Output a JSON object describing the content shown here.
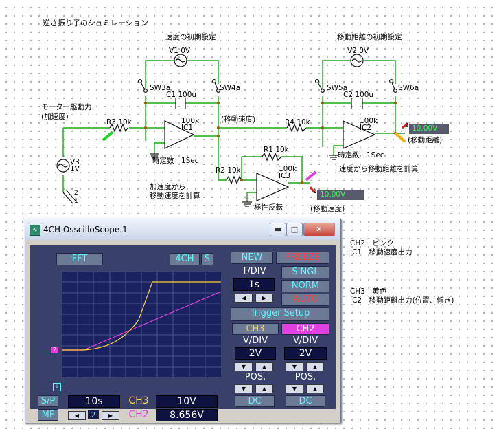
{
  "circuit": {
    "title": "逆さ振り子のシュミレーション",
    "velocity_init": "速度の初期設定",
    "distance_init": "移動距離の初期設定",
    "v1": "V1 0V",
    "v2": "V2 0V",
    "sw3a": "SW3a",
    "sw4a": "SW4a",
    "sw5a": "SW5a",
    "sw6a": "SW6a",
    "c1": "C1 100u",
    "c2": "C2 100u",
    "motor_force": "モーター駆動力",
    "accel": "(加速度)",
    "r3": "R3 10k",
    "r4": "R4 10k",
    "r1": "R1 10k",
    "r2": "R2 10k",
    "ic1_gain": "100k",
    "ic1": "IC1",
    "ic2_gain": "100k",
    "ic2": "IC2",
    "ic3_gain": "100k",
    "ic3": "IC3",
    "velocity_label": "(移動速度)",
    "time_const_1": "時定数　1Sec",
    "time_const_2": "時定数　1Sec",
    "v3": "V3",
    "v3_val": "1V",
    "calc_speed_1": "加速度から",
    "calc_speed_2": "移動速度を計算",
    "calc_dist": "速度から移動距離を計算",
    "invert": "極性反転",
    "velocity_out": "(移動速度)",
    "distance_out": "(移動距離)",
    "readout_ch3": "10.00V",
    "readout_ch2": "10.00V",
    "pin2": "2",
    "pin1": "1",
    "pin2b": "2",
    "pin1b": "1"
  },
  "notes": {
    "ch2_title": "CH2　ピンク",
    "ch2_desc": "IC1　移動速度出力",
    "ch3_title": "CH3　黄色",
    "ch3_desc": "IC2　移動距離出力(位置、傾き)"
  },
  "oscilloscope": {
    "window_title": "4CH OsscilloScope.1",
    "fft": "FFT",
    "ch4": "4CH",
    "s": "S",
    "new": "NEW",
    "freeze": "FREEZE",
    "tdiv_label": "T/DIV",
    "tdiv_value": "1s",
    "singl": "SINGL",
    "norm": "NORM",
    "auto": "AUTO",
    "trigger_setup": "Trigger Setup",
    "ch3_label": "CH3",
    "ch2_label": "CH2",
    "vdiv_label": "V/DIV",
    "ch3_vdiv": "2V",
    "ch2_vdiv": "2V",
    "pos_label": "POS.",
    "dc": "DC",
    "sp": "S/P",
    "mf": "MF",
    "time_value": "10s",
    "page_num": "2",
    "ch3_read_label": "CH3",
    "ch3_read_value": "10V",
    "ch2_read_label": "CH2",
    "ch2_read_value": "8.656V",
    "marker": "2",
    "colors": {
      "ch2": "#e040e0",
      "ch3": "#ffd23c",
      "accent_text": "#5ef6ff"
    }
  }
}
